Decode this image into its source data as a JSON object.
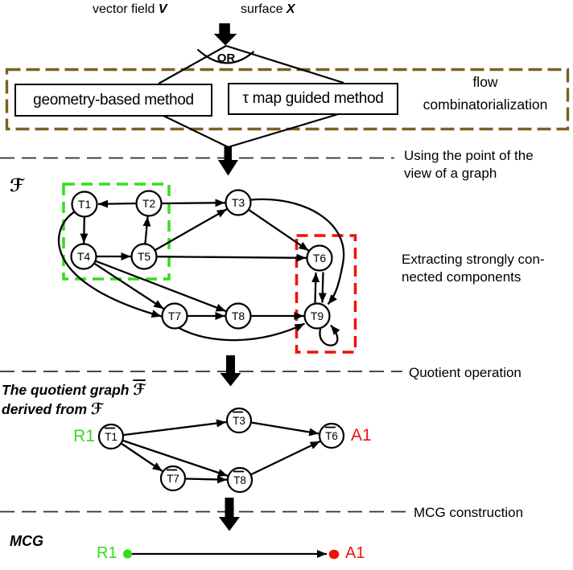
{
  "colors": {
    "green": "#35dd1d",
    "red": "#ef1208",
    "brown": "#7c6023",
    "ink": "#000000",
    "dash": "#2e2e2e"
  },
  "header": {
    "left_label": "vector field",
    "left_var": "V",
    "right_label": "surface",
    "right_var": "X",
    "or": "OR"
  },
  "methods": {
    "box1": "geometry-based method",
    "box2": "τ map guided method",
    "caption_line1": "flow",
    "caption_line2": "combinatorialization"
  },
  "steps": {
    "s1_line1": "Using the point of the",
    "s1_line2": "view of a graph",
    "s2_line1": "Extracting strongly con-",
    "s2_line2": "nected components",
    "s3": "Quotient operation",
    "s4": "MCG construction"
  },
  "graph": {
    "title": "ℱ",
    "nodes": [
      "T1",
      "T2",
      "T3",
      "T4",
      "T5",
      "T6",
      "T7",
      "T8",
      "T9"
    ]
  },
  "quotient": {
    "heading1": "The quotient graph",
    "fbar": "ℱ",
    "heading2": "derived from",
    "f": "ℱ",
    "nodes": [
      "T1",
      "T3",
      "T7",
      "T8",
      "T6"
    ],
    "source_label": "R1",
    "sink_label": "A1"
  },
  "mcg": {
    "title": "MCG",
    "source_label": "R1",
    "sink_label": "A1"
  }
}
